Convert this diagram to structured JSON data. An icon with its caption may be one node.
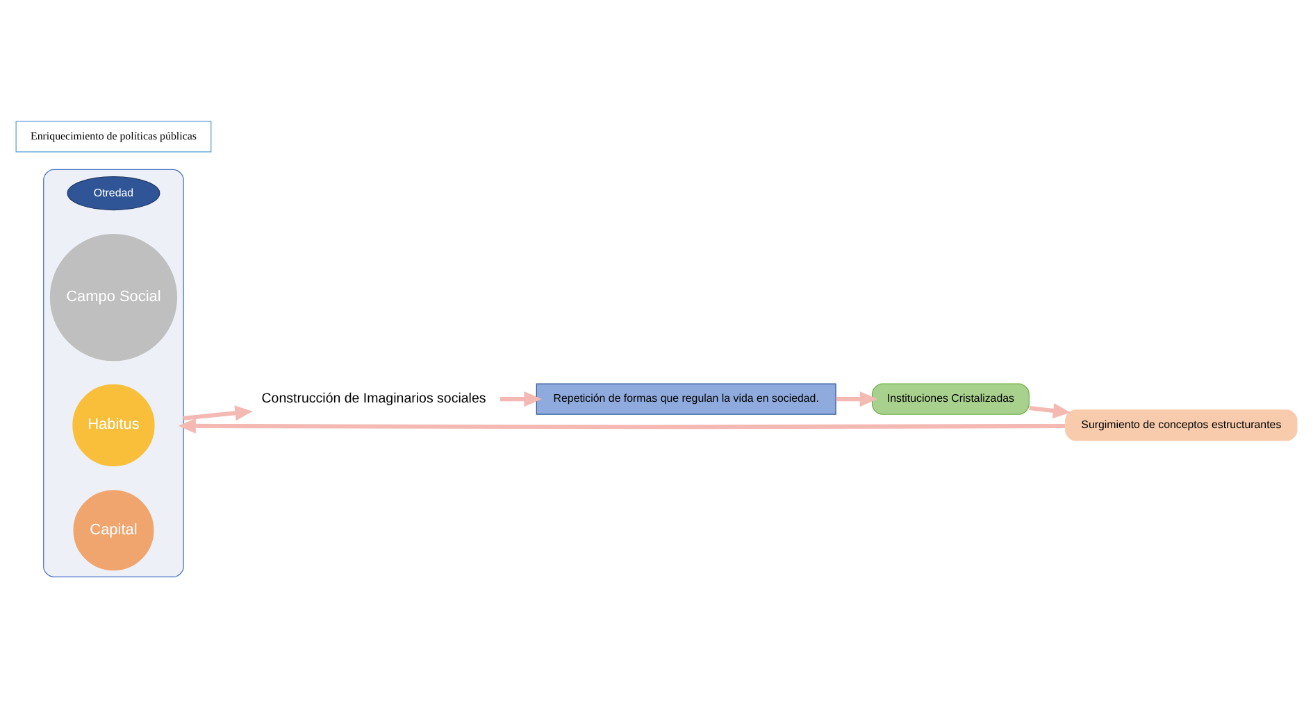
{
  "diagram": {
    "nodes": [
      {
        "text": [],
        "shape": "funnel"
      },
      {
        "text": [
          "Otredad"
        ],
        "in": 0
      },
      {
        "text": [
          "Campo Social"
        ],
        "in": 0
      },
      {
        "text": [
          "Habitus"
        ],
        "in": 0
      },
      {
        "text": [
          "Capital"
        ],
        "in": 0
      },
      {
        "text": [
          "Surgimiento de conceptos estructurantes"
        ]
      },
      {
        "text": [
          "Instituciones Cristalizadas"
        ]
      },
      {
        "text": [
          "Enriquecimiento de políticas públicas"
        ]
      },
      {
        "text": [
          "Repetición de formas que regulan la vida en sociedad."
        ]
      },
      {
        "text": [
          "Construcción de Imaginarios sociales"
        ]
      }
    ],
    "edges": [
      {
        "from": 5,
        "to": 0,
        "arrow": "to"
      },
      {
        "from": 0,
        "to": 9,
        "arrow": "to"
      },
      {
        "from": 9,
        "to": 8,
        "arrow": "to"
      },
      {
        "from": 8,
        "to": 6,
        "arrow": "to"
      },
      {
        "from": 6,
        "to": 5,
        "arrow": "to"
      }
    ]
  }
}
